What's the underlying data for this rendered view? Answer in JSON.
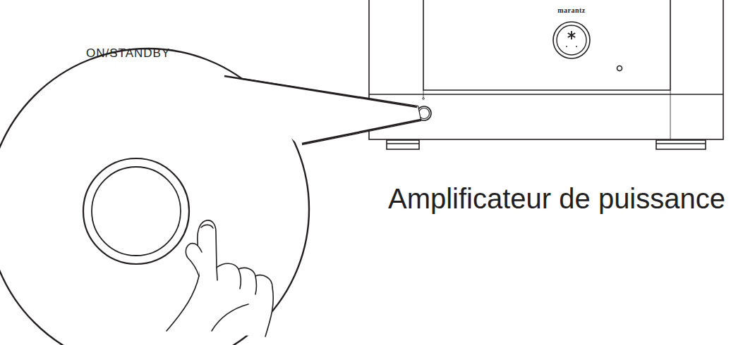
{
  "diagram": {
    "labels": [
      "ON/STANDBY",
      "marantz",
      "Amplificateur de puissance"
    ]
  }
}
